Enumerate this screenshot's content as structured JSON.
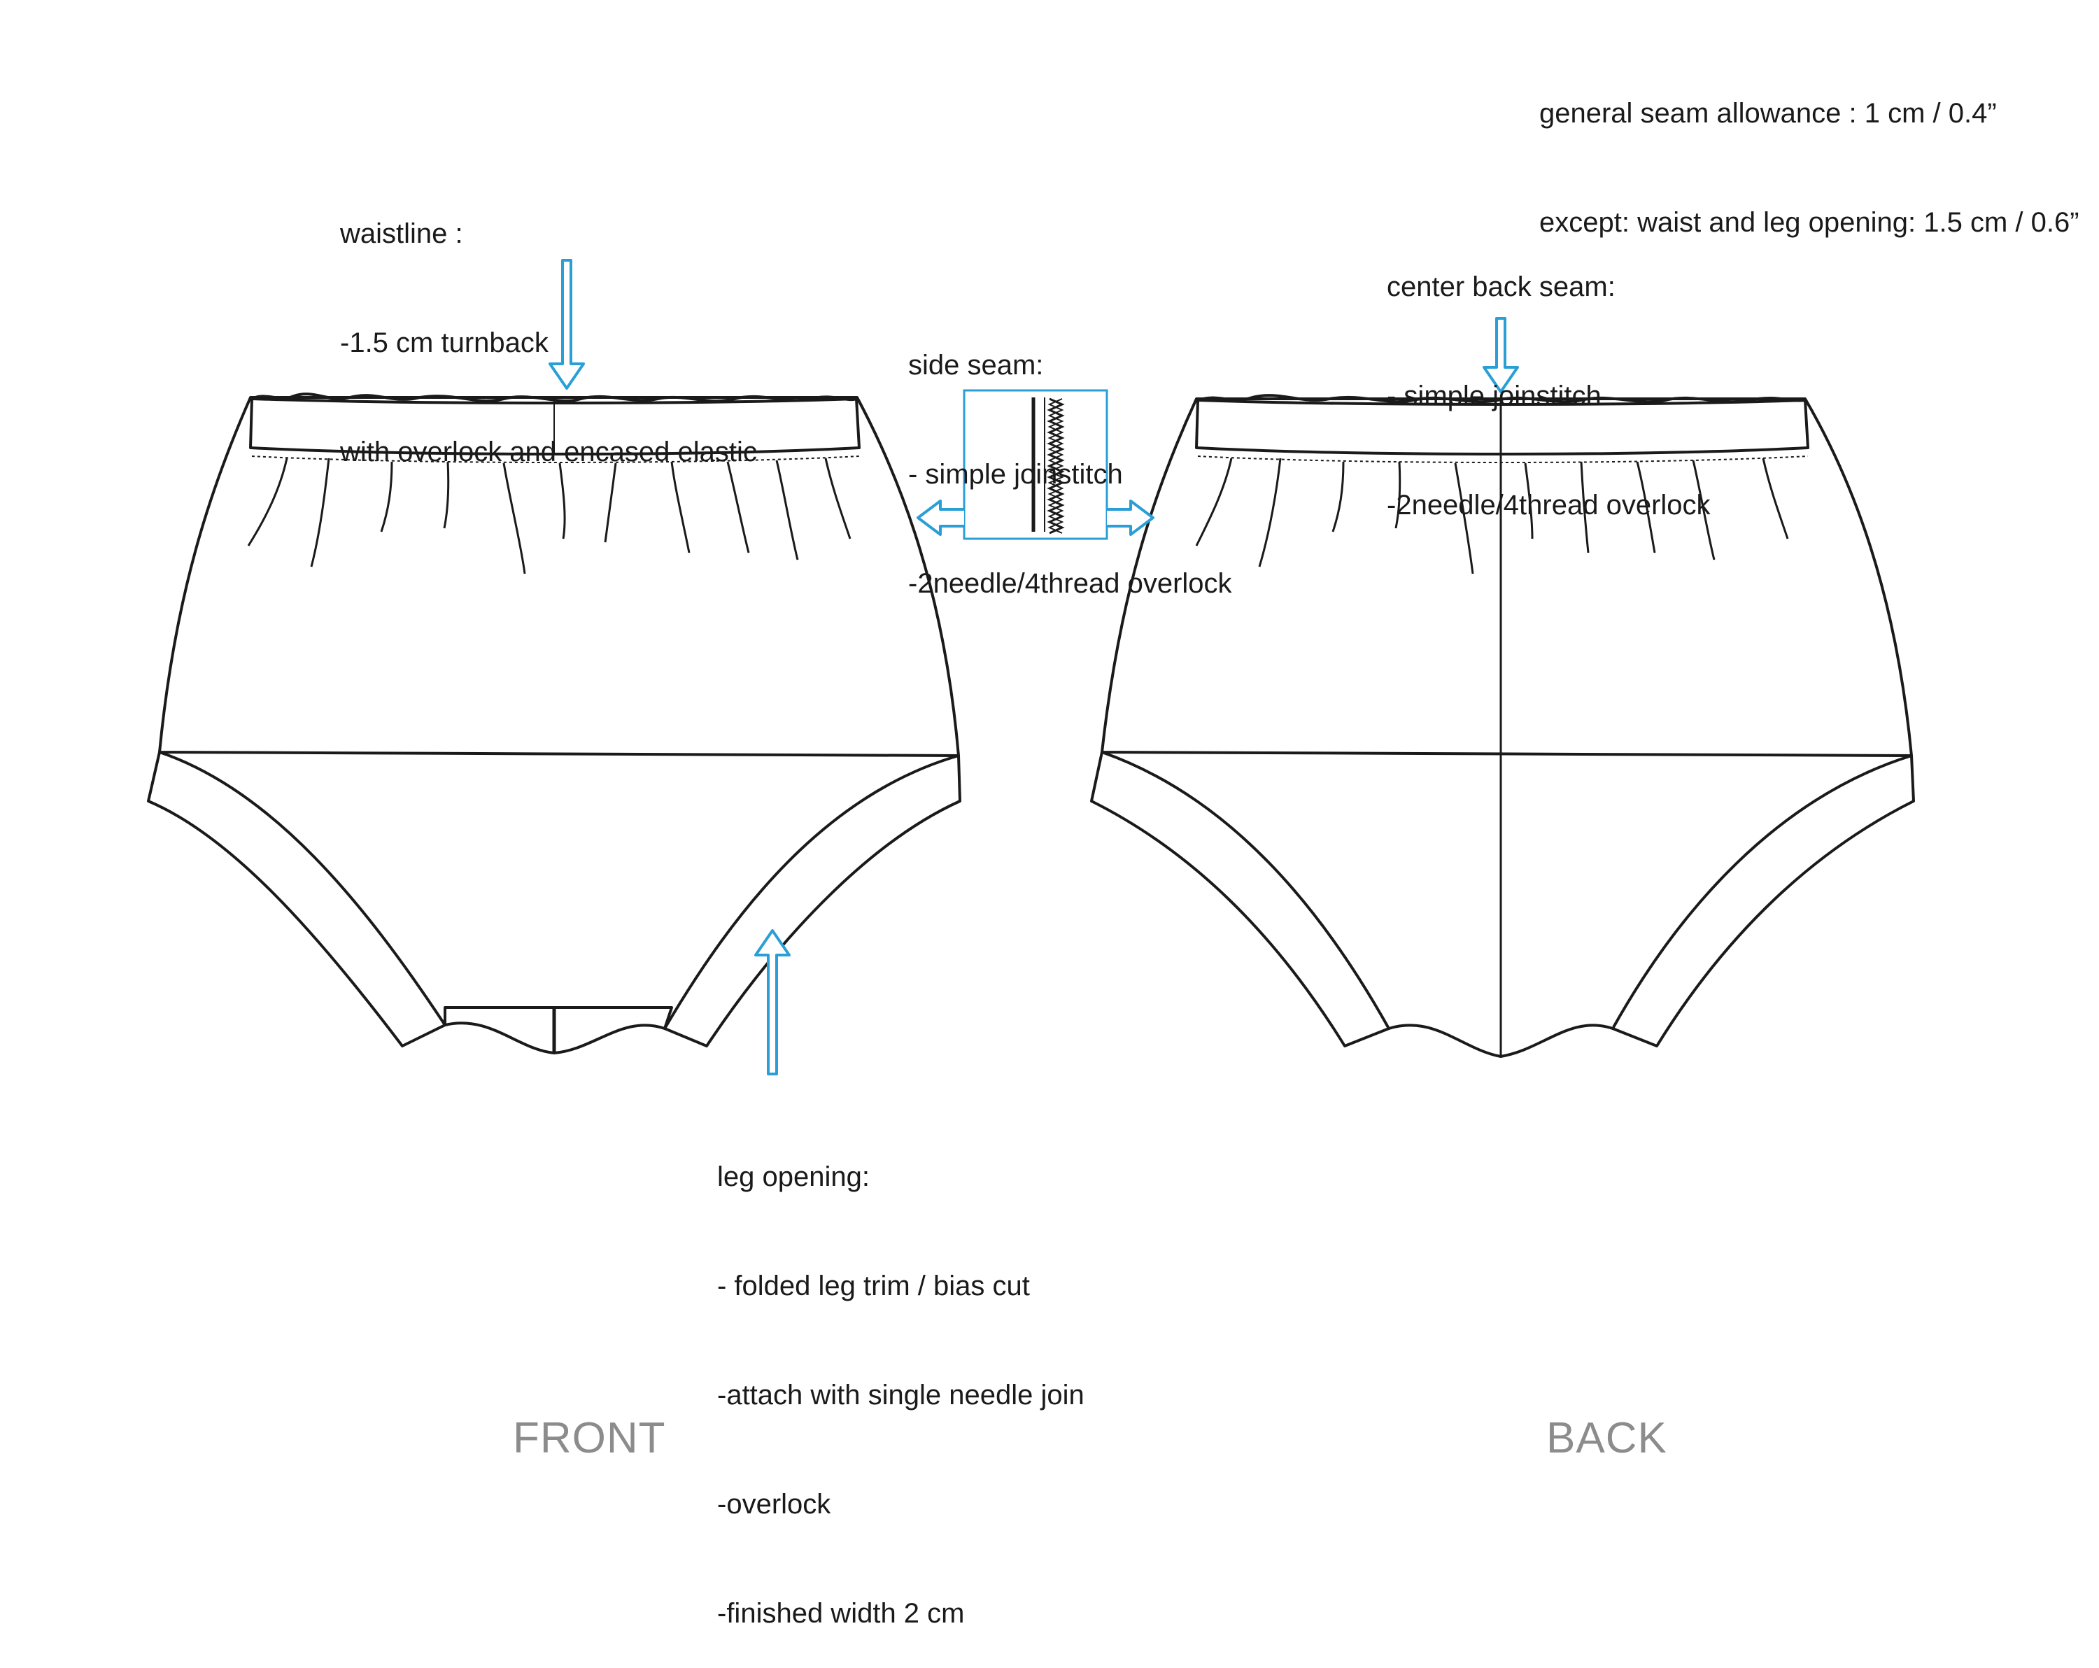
{
  "seam_allowance": {
    "line1": "general seam allowance : 1 cm / 0.4”",
    "line2": "except: waist and leg opening: 1.5 cm / 0.6”"
  },
  "waistline": {
    "title": "waistline :",
    "line1": "-1.5 cm turnback",
    "line2": "with overlock and encased elastic"
  },
  "side_seam": {
    "title": "side seam:",
    "line1": "- simple joinstitch",
    "line2": "-2needle/4thread overlock"
  },
  "center_back_seam": {
    "title": "center back seam:",
    "line1": "- simple joinstitch",
    "line2": "-2needle/4thread overlock"
  },
  "leg_opening": {
    "title": "leg opening:",
    "line1": "- folded leg trim / bias cut",
    "line2": "-attach with single needle join",
    "line3": "-overlock",
    "line4": "-finished width 2 cm"
  },
  "views": {
    "front": "FRONT",
    "back": "BACK"
  },
  "colors": {
    "callout": "#2a9fd6",
    "line": "#1a1a1a",
    "label": "#8c8c8c",
    "facing": "#d6d6d6"
  }
}
